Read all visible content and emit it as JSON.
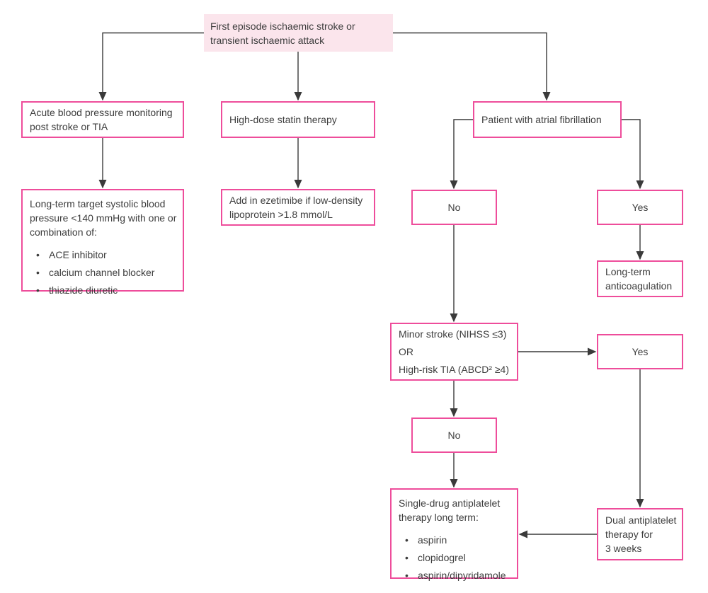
{
  "colors": {
    "box_border": "#ee4d9b",
    "start_fill": "#fbe5ec",
    "text": "#3d3d3d",
    "arrow": "#3a3a3a"
  },
  "nodes": {
    "start": {
      "lines": [
        "First episode ischaemic stroke or",
        "transient ischaemic attack"
      ]
    },
    "acute_bp": {
      "lines": [
        "Acute blood pressure monitoring",
        "post stroke or TIA"
      ]
    },
    "statin": {
      "text": "High-dose statin therapy"
    },
    "af": {
      "text": "Patient with atrial fibrillation"
    },
    "bp_long": {
      "lines": [
        "Long-term target systolic blood",
        "pressure <140 mmHg with one or",
        "combination of:"
      ],
      "bullets": [
        "ACE inhibitor",
        "calcium channel blocker",
        "thiazide diuretic"
      ]
    },
    "ezetimibe": {
      "lines": [
        "Add in ezetimibe if low-density",
        "lipoprotein >1.8 mmol/L"
      ]
    },
    "af_no": {
      "text": "No"
    },
    "af_yes": {
      "text": "Yes"
    },
    "anticoag": {
      "lines": [
        "Long-term",
        "anticoagulation"
      ]
    },
    "minor": {
      "lines": [
        "Minor stroke (NIHSS ≤3)",
        "OR",
        "High-risk TIA (ABCD² ≥4)"
      ]
    },
    "minor_yes": {
      "text": "Yes"
    },
    "minor_no": {
      "text": "No"
    },
    "single": {
      "lines": [
        "Single-drug antiplatelet",
        "therapy long term:"
      ],
      "bullets": [
        "aspirin",
        "clopidogrel",
        "aspirin/dipyridamole"
      ]
    },
    "dual": {
      "lines": [
        "Dual antiplatelet",
        "therapy for",
        "3 weeks"
      ]
    }
  }
}
